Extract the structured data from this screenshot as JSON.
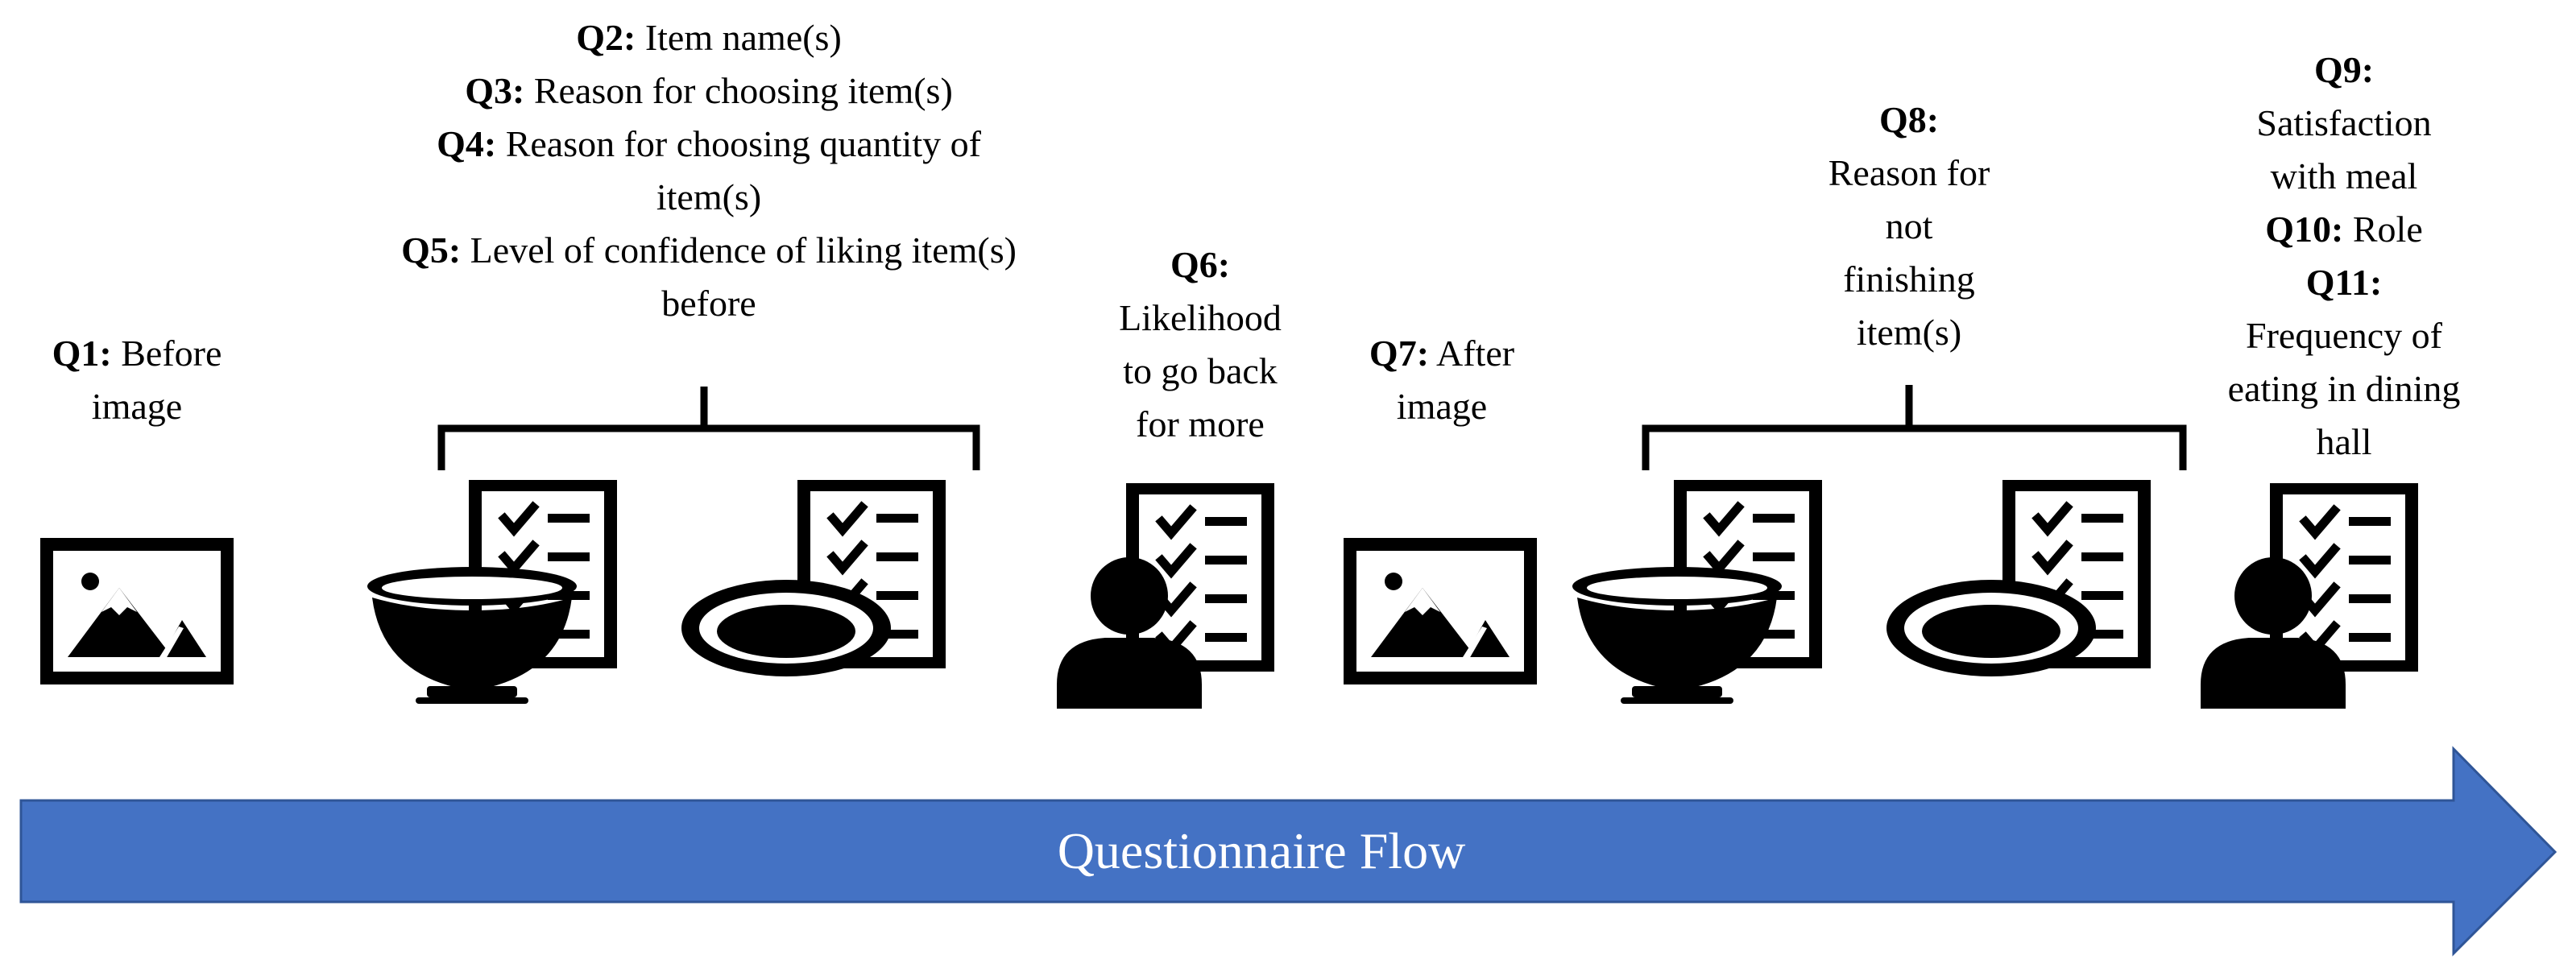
{
  "questions": {
    "q1": {
      "num": "Q1:",
      "text": "Before",
      "text2": "image"
    },
    "q2": {
      "num": "Q2:",
      "text": "Item name(s)"
    },
    "q3": {
      "num": "Q3:",
      "text": "Reason for choosing item(s)"
    },
    "q4": {
      "num": "Q4:",
      "text": "Reason for choosing quantity of",
      "text2": "item(s)"
    },
    "q5": {
      "num": "Q5:",
      "text": "Level of confidence of liking item(s)",
      "text2": "before"
    },
    "q6": {
      "num": "Q6:",
      "lines": [
        "Likelihood",
        "to go back",
        "for more"
      ]
    },
    "q7": {
      "num": "Q7:",
      "text": "After",
      "text2": "image"
    },
    "q8": {
      "num": "Q8:",
      "lines": [
        "Reason for",
        "not",
        "finishing",
        "item(s)"
      ]
    },
    "q9": {
      "num": "Q9:",
      "lines": [
        "Satisfaction",
        "with meal"
      ]
    },
    "q10": {
      "num": "Q10:",
      "text": "Role"
    },
    "q11": {
      "num": "Q11:",
      "lines": [
        "Frequency of",
        "eating in dining",
        "hall"
      ]
    }
  },
  "flow_arrow": {
    "label": "Questionnaire Flow",
    "color": "#4472C4",
    "border": "#2F5597",
    "text_color": "#ffffff"
  },
  "icons": [
    "image-icon",
    "bowl-checklist-icon",
    "plate-checklist-icon",
    "person-checklist-icon",
    "image-icon",
    "bowl-checklist-icon",
    "plate-checklist-icon",
    "person-checklist-icon"
  ]
}
